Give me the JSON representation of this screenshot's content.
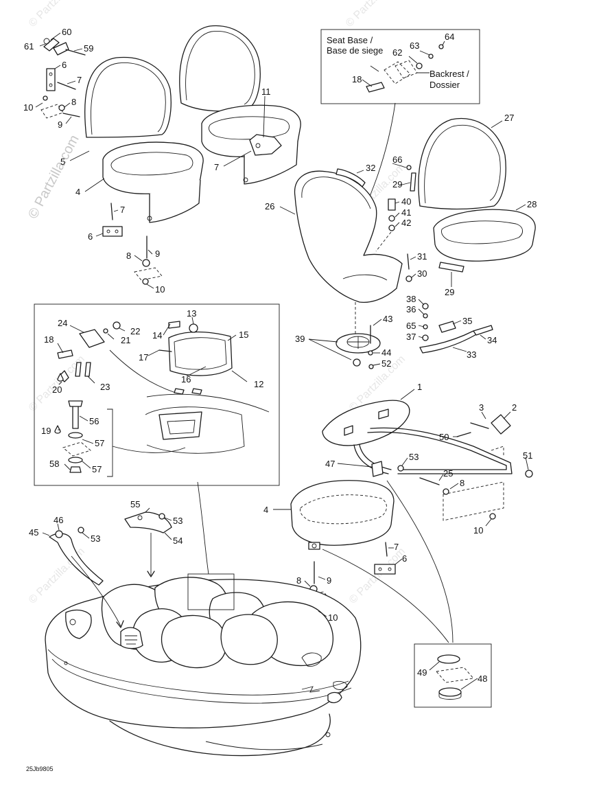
{
  "watermark": "© Partzilla.com",
  "reference_code": "25Jb9805",
  "inset_box": {
    "seat_base": "Seat Base /",
    "seat_base_fr": "Base de siege",
    "backrest": "Backrest /",
    "backrest_fr": "Dossier"
  },
  "callouts": [
    {
      "id": "c60",
      "label": "60"
    },
    {
      "id": "c61",
      "label": "61"
    },
    {
      "id": "c59",
      "label": "59"
    },
    {
      "id": "c6a",
      "label": "6"
    },
    {
      "id": "c7a",
      "label": "7"
    },
    {
      "id": "c10a",
      "label": "10"
    },
    {
      "id": "c8a",
      "label": "8"
    },
    {
      "id": "c9a",
      "label": "9"
    },
    {
      "id": "c5",
      "label": "5"
    },
    {
      "id": "c4a",
      "label": "4"
    },
    {
      "id": "c7b",
      "label": "7"
    },
    {
      "id": "c6b",
      "label": "6"
    },
    {
      "id": "c8b",
      "label": "8"
    },
    {
      "id": "c9b",
      "label": "9"
    },
    {
      "id": "c10b",
      "label": "10"
    },
    {
      "id": "c11",
      "label": "11"
    },
    {
      "id": "c7c",
      "label": "7"
    },
    {
      "id": "c64",
      "label": "64"
    },
    {
      "id": "c63",
      "label": "63"
    },
    {
      "id": "c62",
      "label": "62"
    },
    {
      "id": "c18a",
      "label": "18"
    },
    {
      "id": "c27",
      "label": "27"
    },
    {
      "id": "c66",
      "label": "66"
    },
    {
      "id": "c32",
      "label": "32"
    },
    {
      "id": "c29a",
      "label": "29"
    },
    {
      "id": "c26",
      "label": "26"
    },
    {
      "id": "c40",
      "label": "40"
    },
    {
      "id": "c41",
      "label": "41"
    },
    {
      "id": "c42",
      "label": "42"
    },
    {
      "id": "c28",
      "label": "28"
    },
    {
      "id": "c31",
      "label": "31"
    },
    {
      "id": "c30",
      "label": "30"
    },
    {
      "id": "c29b",
      "label": "29"
    },
    {
      "id": "c38",
      "label": "38"
    },
    {
      "id": "c36",
      "label": "36"
    },
    {
      "id": "c43",
      "label": "43"
    },
    {
      "id": "c65",
      "label": "65"
    },
    {
      "id": "c35",
      "label": "35"
    },
    {
      "id": "c37",
      "label": "37"
    },
    {
      "id": "c34",
      "label": "34"
    },
    {
      "id": "c39",
      "label": "39"
    },
    {
      "id": "c44",
      "label": "44"
    },
    {
      "id": "c52",
      "label": "52"
    },
    {
      "id": "c33",
      "label": "33"
    },
    {
      "id": "c13",
      "label": "13"
    },
    {
      "id": "c24",
      "label": "24"
    },
    {
      "id": "c22",
      "label": "22"
    },
    {
      "id": "c14",
      "label": "14"
    },
    {
      "id": "c15",
      "label": "15"
    },
    {
      "id": "c21",
      "label": "21"
    },
    {
      "id": "c18b",
      "label": "18"
    },
    {
      "id": "c17",
      "label": "17"
    },
    {
      "id": "c16",
      "label": "16"
    },
    {
      "id": "c12",
      "label": "12"
    },
    {
      "id": "c20",
      "label": "20"
    },
    {
      "id": "c23",
      "label": "23"
    },
    {
      "id": "c56",
      "label": "56"
    },
    {
      "id": "c19",
      "label": "19"
    },
    {
      "id": "c57a",
      "label": "57"
    },
    {
      "id": "c58",
      "label": "58"
    },
    {
      "id": "c57b",
      "label": "57"
    },
    {
      "id": "c1",
      "label": "1"
    },
    {
      "id": "c3",
      "label": "3"
    },
    {
      "id": "c2",
      "label": "2"
    },
    {
      "id": "c50",
      "label": "50"
    },
    {
      "id": "c47",
      "label": "47"
    },
    {
      "id": "c53a",
      "label": "53"
    },
    {
      "id": "c51",
      "label": "51"
    },
    {
      "id": "c25",
      "label": "25"
    },
    {
      "id": "c8c",
      "label": "8"
    },
    {
      "id": "c10c",
      "label": "10"
    },
    {
      "id": "c55",
      "label": "55"
    },
    {
      "id": "c53b",
      "label": "53"
    },
    {
      "id": "c46",
      "label": "46"
    },
    {
      "id": "c45",
      "label": "45"
    },
    {
      "id": "c53c",
      "label": "53"
    },
    {
      "id": "c54",
      "label": "54"
    },
    {
      "id": "c4b",
      "label": "4"
    },
    {
      "id": "c7d",
      "label": "7"
    },
    {
      "id": "c6c",
      "label": "6"
    },
    {
      "id": "c8d",
      "label": "8"
    },
    {
      "id": "c9c",
      "label": "9"
    },
    {
      "id": "c10d",
      "label": "10"
    },
    {
      "id": "c49",
      "label": "49"
    },
    {
      "id": "c48",
      "label": "48"
    }
  ]
}
